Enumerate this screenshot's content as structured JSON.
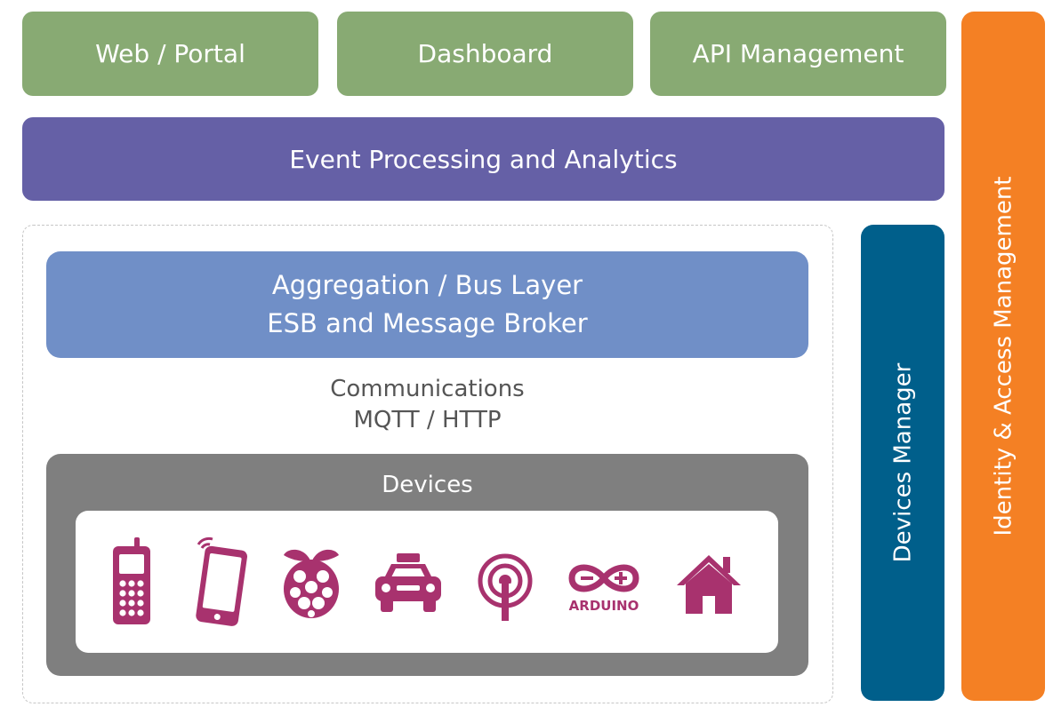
{
  "top_row": {
    "web_portal": "Web / Portal",
    "dashboard": "Dashboard",
    "api_management": "API Management"
  },
  "event_processing": "Event Processing and Analytics",
  "aggregation": {
    "line1": "Aggregation / Bus Layer",
    "line2": "ESB and Message Broker"
  },
  "communications": {
    "line1": "Communications",
    "line2": "MQTT / HTTP"
  },
  "devices": {
    "label": "Devices",
    "icons": [
      "mobile-phone-icon",
      "tablet-icon",
      "raspberry-pi-icon",
      "taxi-icon",
      "wireless-tower-icon",
      "arduino-icon",
      "home-icon"
    ],
    "arduino_text": "ARDUINO"
  },
  "devices_manager": "Devices Manager",
  "identity_access": "Identity & Access Management",
  "colors": {
    "green": "#88aa73",
    "purple": "#6560a6",
    "blue": "#708fc7",
    "gray": "#7f7f7f",
    "icon_magenta": "#a8326e",
    "dark_blue": "#005f8b",
    "orange": "#f48024"
  }
}
